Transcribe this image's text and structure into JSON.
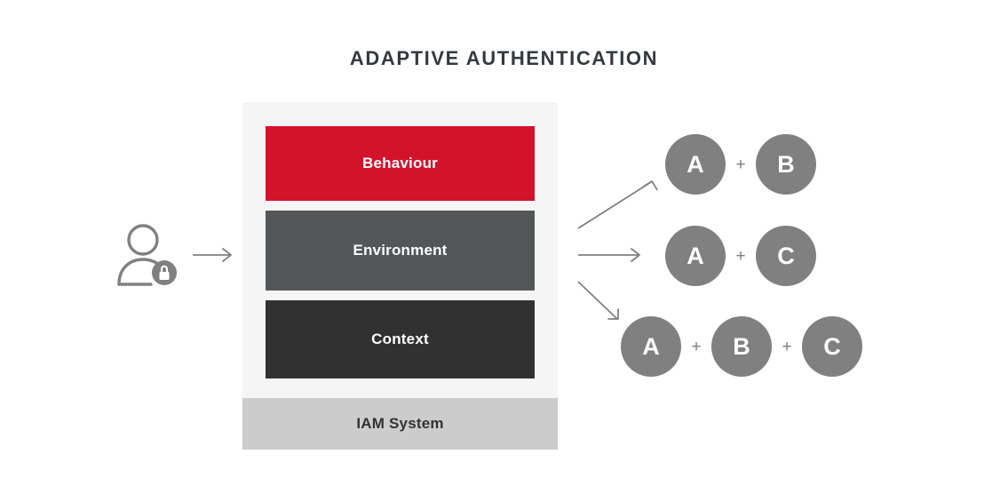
{
  "page": {
    "title": "ADAPTIVE AUTHENTICATION",
    "background_color": "#FFFFFF"
  },
  "colors": {
    "title_text": "#333A40",
    "panel_background": "#F5F5F5",
    "behaviour_red": "#D3122C",
    "environment_gray": "#555657",
    "context_dark": "#313131",
    "iam_band_gray": "#CCCCCC",
    "token_gray": "#808080",
    "arrow_gray": "#808080",
    "actor_gray": "#808080"
  },
  "actor": {
    "icon": "user-with-lock-icon",
    "label": "",
    "arrow_icon": "arrow-right-icon"
  },
  "stack": {
    "panel_name": "adaptive-authentication-stack",
    "layers": [
      {
        "label": "Behaviour",
        "color": "#D3122C",
        "text_color": "#FFFFFF"
      },
      {
        "label": "Environment",
        "color": "#555657",
        "text_color": "#FFFFFF"
      },
      {
        "label": "Context",
        "color": "#313131",
        "text_color": "#FFFFFF"
      }
    ],
    "base": {
      "label": "IAM System",
      "color": "#CCCCCC",
      "text_color": "#333333"
    }
  },
  "branches": [
    {
      "icon": "arrow-up-right-icon",
      "target_row": 0
    },
    {
      "icon": "arrow-right-icon",
      "target_row": 1
    },
    {
      "icon": "arrow-down-right-icon",
      "target_row": 2
    }
  ],
  "outcomes": {
    "separator": "+",
    "rows": [
      {
        "factors": [
          "A",
          "B"
        ]
      },
      {
        "factors": [
          "A",
          "C"
        ]
      },
      {
        "factors": [
          "A",
          "B",
          "C"
        ]
      }
    ]
  }
}
